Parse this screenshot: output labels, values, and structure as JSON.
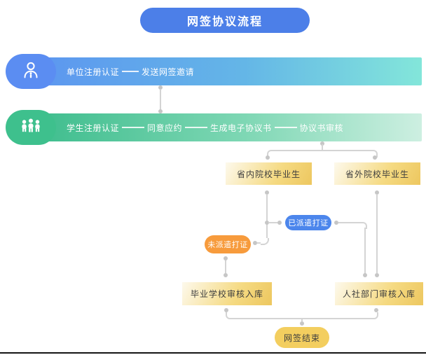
{
  "title": "网签协议流程",
  "lanes": [
    {
      "name": "unit-lane",
      "icon": "person-icon",
      "steps": [
        "单位注册认证",
        "发送网签邀请"
      ]
    },
    {
      "name": "student-lane",
      "icon": "group-icon",
      "steps": [
        "学生注册认证",
        "同意应约",
        "生成电子协议书",
        "协议书审核"
      ]
    }
  ],
  "nodes": {
    "in_province_grad": "省内院校毕业生",
    "out_province_grad": "省外院校毕业生",
    "dispatched_cert": "已派遣打证",
    "undispatched_cert": "未派遣打证",
    "school_review": "毕业学校审核入库",
    "hr_dept_review": "人社部门审核入库",
    "end": "网签结束"
  },
  "colors": {
    "title_pill": "#4C7FE8",
    "unit_cap": "#5B8DF2",
    "unit_bar_start": "#5C95F0",
    "unit_bar_end": "#83E6DA",
    "student_cap": "#3EC08D",
    "student_bar_start": "#3CBC8C",
    "student_bar_end": "#CDEFE1",
    "gold_box_start": "#FDF9EC",
    "gold_box_end": "#EDC75F",
    "dispatched_pill": "#4C86EC",
    "undispatched_pill": "#F79B3C",
    "end_pill": "#F3CE5F",
    "connector_line": "#D4D4D4",
    "connector_dot": "#C6C6C6"
  }
}
